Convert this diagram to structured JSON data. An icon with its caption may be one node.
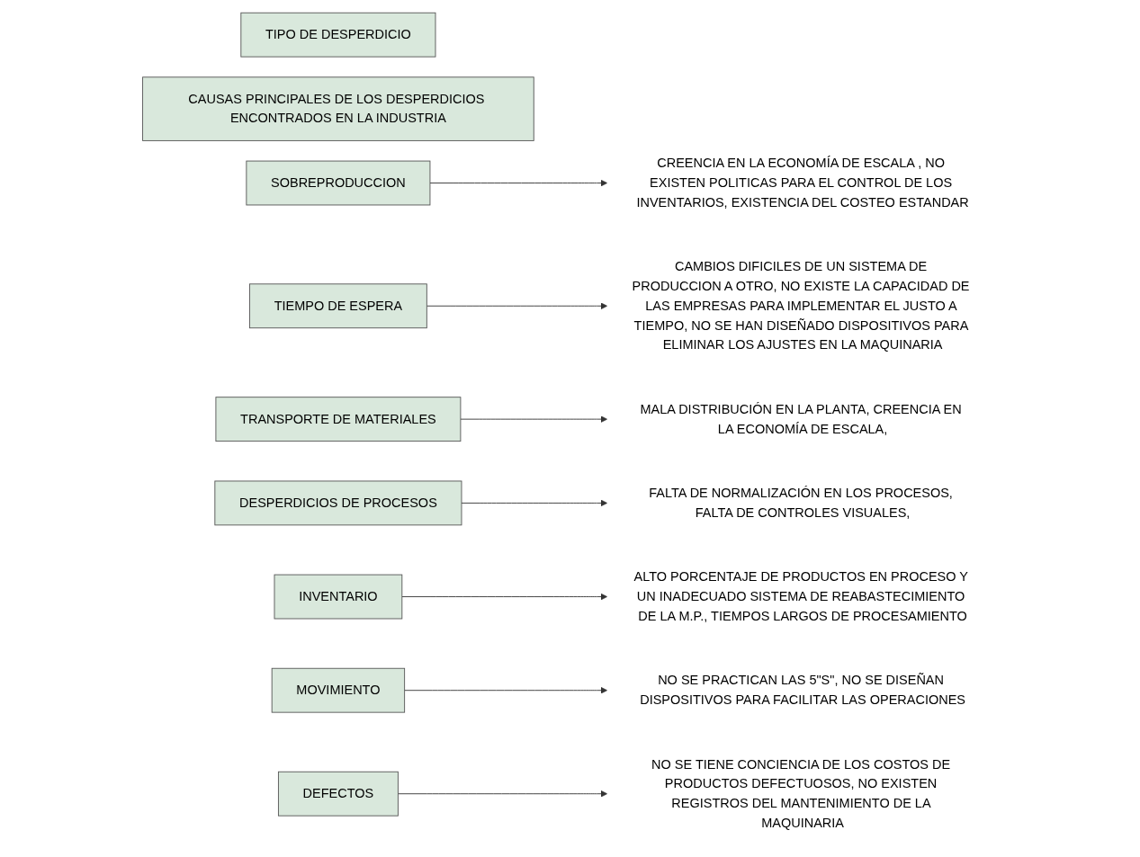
{
  "diagram": {
    "nodes": [
      {
        "text": [
          "TIPO DE DESPERDICIO"
        ]
      },
      {
        "text": [
          "CAUSAS PRINCIPALES DE LOS DESPERDICIOS ENCONTRADOS EN LA INDUSTRIA"
        ]
      },
      {
        "text": [
          "SOBREPRODUCCION"
        ]
      },
      {
        "text": [
          "CREENCIA EN LA ECONOMÍA DE ESCALA , NO EXISTEN POLITICAS PARA EL CONTROL DE LOS INVENTARIOS, EXISTENCIA DEL COSTEO ESTANDAR"
        ]
      },
      {
        "text": [
          "TIEMPO DE ESPERA"
        ]
      },
      {
        "text": [
          "CAMBIOS DIFICILES DE UN SISTEMA DE PRODUCCION A OTRO, NO EXISTE LA CAPACIDAD DE LAS EMPRESAS PARA IMPLEMENTAR EL JUSTO A TIEMPO, NO SE HAN DISEÑADO DISPOSITIVOS PARA ELIMINAR LOS AJUSTES EN LA MAQUINARIA"
        ]
      },
      {
        "text": [
          "TRANSPORTE DE MATERIALES"
        ]
      },
      {
        "text": [
          "MALA DISTRIBUCIÓN EN LA PLANTA, CREENCIA EN LA ECONOMÍA DE ESCALA,"
        ]
      },
      {
        "text": [
          "DESPERDICIOS DE PROCESOS"
        ]
      },
      {
        "text": [
          "FALTA DE NORMALIZACIÓN EN LOS PROCESOS, FALTA DE CONTROLES VISUALES,"
        ]
      },
      {
        "text": [
          "INVENTARIO"
        ]
      },
      {
        "text": [
          "ALTO PORCENTAJE DE PRODUCTOS EN PROCESO Y UN INADECUADO SISTEMA DE REABASTECIMIENTO DE LA M.P., TIEMPOS LARGOS DE PROCESAMIENTO"
        ]
      },
      {
        "text": [
          "MOVIMIENTO"
        ]
      },
      {
        "text": [
          "NO SE PRACTICAN LAS 5\"S\", NO SE DISEÑAN DISPOSITIVOS PARA FACILITAR LAS OPERACIONES"
        ]
      },
      {
        "text": [
          "DEFECTOS"
        ]
      },
      {
        "text": [
          "NO SE TIENE CONCIENCIA DE LOS COSTOS DE PRODUCTOS DEFECTUOSOS, NO EXISTEN REGISTROS DEL MANTENIMIENTO DE LA MAQUINARIA"
        ]
      }
    ],
    "edges": [
      {
        "from": 2,
        "to": 3,
        "arrow": "to"
      },
      {
        "from": 4,
        "to": 5,
        "arrow": "to"
      },
      {
        "from": 6,
        "to": 7,
        "arrow": "to"
      },
      {
        "from": 8,
        "to": 9,
        "arrow": "to"
      },
      {
        "from": 10,
        "to": 11,
        "arrow": "to"
      },
      {
        "from": 12,
        "to": 13,
        "arrow": "to"
      },
      {
        "from": 14,
        "to": 15,
        "arrow": "to"
      }
    ]
  }
}
